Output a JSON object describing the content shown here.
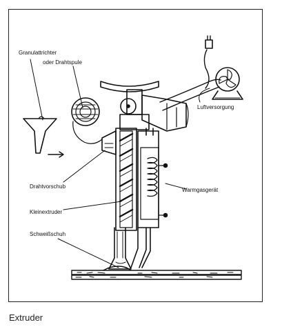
{
  "figure": {
    "labels": {
      "hopper_line1": "Granulattrichter",
      "hopper_line2": "oder Drahtspule",
      "air_supply": "Luftversorgung",
      "wire_feed": "Drahtvorschub",
      "mini_extruder": "Kleinextruder",
      "hot_gas": "Warmgasgerät",
      "weld_shoe": "Schweißschuh"
    },
    "caption": "Extruder"
  }
}
